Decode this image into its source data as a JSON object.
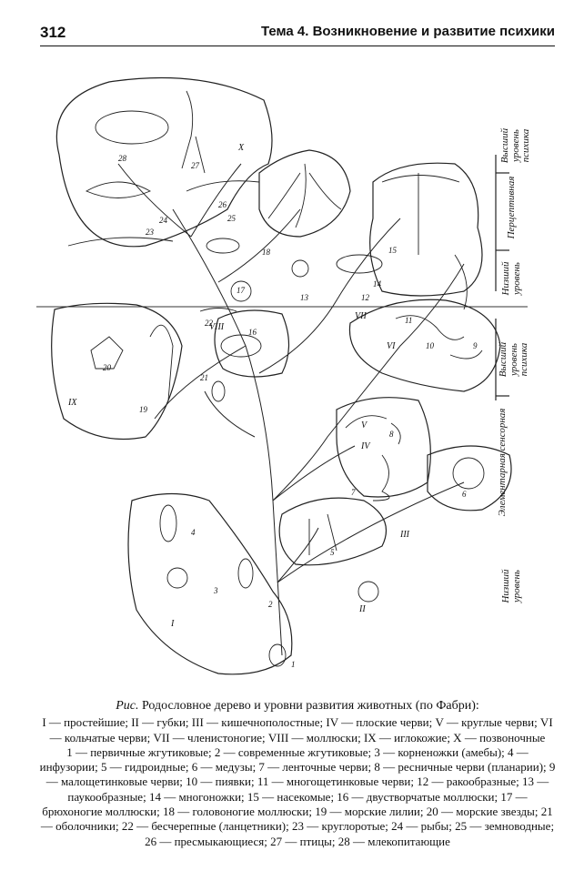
{
  "header": {
    "page_number": "312",
    "running_title": "Тема 4. Возникновение и развитие психики"
  },
  "figure": {
    "side_labels": [
      {
        "id": "high_perceptual",
        "line1": "Высший",
        "line2": "уровень",
        "line3": "психика"
      },
      {
        "id": "perceptual",
        "line1": "Перцептивная",
        "line2": "",
        "line3": ""
      },
      {
        "id": "low_perceptual",
        "line1": "Низший",
        "line2": "уровень",
        "line3": ""
      },
      {
        "id": "high_sensory",
        "line1": "Высший",
        "line2": "уровень",
        "line3": "психика"
      },
      {
        "id": "elementary_sensory",
        "line1": "Элементарная сенсорная",
        "line2": "",
        "line3": ""
      },
      {
        "id": "low_sensory",
        "line1": "Низший",
        "line2": "уровень",
        "line3": ""
      }
    ],
    "roman_labels": [
      "I",
      "II",
      "III",
      "IV",
      "V",
      "VI",
      "VII",
      "VIII",
      "IX",
      "X"
    ],
    "number_labels": [
      "1",
      "2",
      "3",
      "4",
      "5",
      "6",
      "7",
      "8",
      "9",
      "10",
      "11",
      "12",
      "13",
      "14",
      "15",
      "16",
      "17",
      "18",
      "19",
      "20",
      "21",
      "22",
      "23",
      "24",
      "25",
      "26",
      "27",
      "28"
    ]
  },
  "caption": {
    "prefix": "Рис.",
    "title": "Родословное дерево и уровни развития животных (по Фабри):",
    "roman_legend": "I — простейшие; II — губки; III — кишечнополостные; IV — плоские черви; V — круглые черви; VI — кольчатые черви; VII — членистоногие; VIII — моллюски; IX — иглокожие; X — позвоночные",
    "number_legend": "1 — первичные жгутиковые; 2 — современные жгутиковые; 3 — корненожки (амебы); 4 — инфузории; 5 — гидроидные; 6 — медузы; 7 — ленточные черви; 8 — ресничные черви (планарии); 9 — малощетинковые черви; 10 — пиявки; 11 — многощетинковые черви; 12 — ракообразные; 13 — паукообразные; 14 — многоножки; 15 — насекомые; 16 — двустворчатые моллюски; 17 — брюхоногие моллюски; 18 — головоногие моллюски; 19 — морские лилии; 20 — морские звезды; 21 — оболочники; 22 — бесчерепные (ланцетники); 23 — круглоротые; 24 — рыбы; 25 — земноводные; 26 — пресмыкающиеся; 27 — птицы; 28 — млекопитающие"
  }
}
